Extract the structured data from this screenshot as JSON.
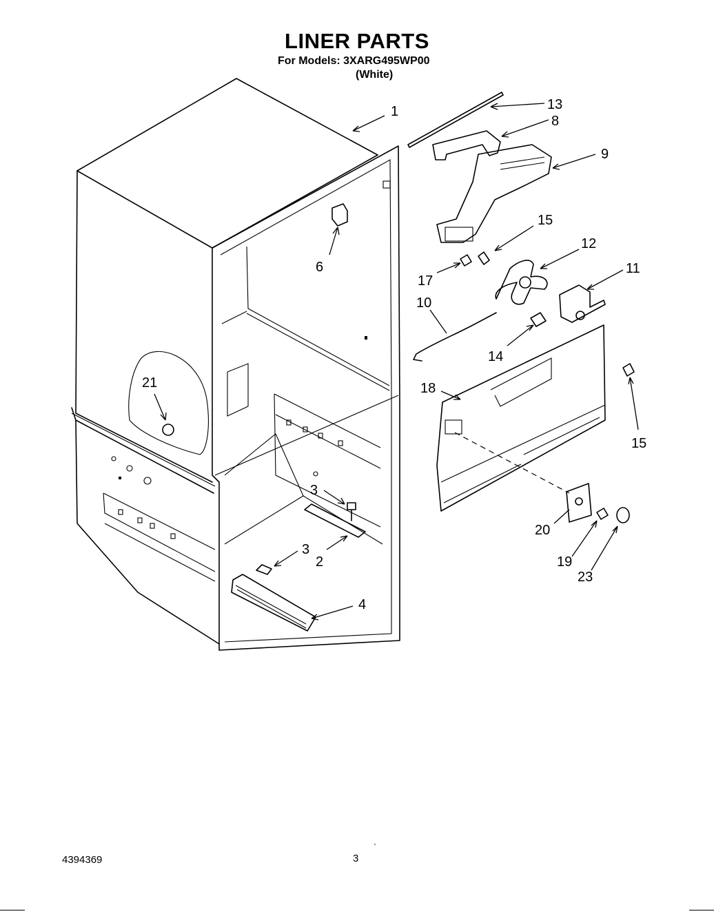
{
  "header": {
    "title": "LINER PARTS",
    "models_line": "For Models: 3XARG495WP00",
    "color_line": "(White)"
  },
  "footer": {
    "document_number": "4394369",
    "page_number": "3"
  },
  "callouts": [
    {
      "id": "c1",
      "label": "1"
    },
    {
      "id": "c13",
      "label": "13"
    },
    {
      "id": "c8",
      "label": "8"
    },
    {
      "id": "c9",
      "label": "9"
    },
    {
      "id": "c15a",
      "label": "15"
    },
    {
      "id": "c12",
      "label": "12"
    },
    {
      "id": "c11",
      "label": "11"
    },
    {
      "id": "c6",
      "label": "6"
    },
    {
      "id": "c17",
      "label": "17"
    },
    {
      "id": "c10",
      "label": "10"
    },
    {
      "id": "c14",
      "label": "14"
    },
    {
      "id": "c15b",
      "label": "15"
    },
    {
      "id": "c18",
      "label": "18"
    },
    {
      "id": "c21",
      "label": "21"
    },
    {
      "id": "c3a",
      "label": "3"
    },
    {
      "id": "c3b",
      "label": "3"
    },
    {
      "id": "c2",
      "label": "2"
    },
    {
      "id": "c4",
      "label": "4"
    },
    {
      "id": "c20",
      "label": "20"
    },
    {
      "id": "c19",
      "label": "19"
    },
    {
      "id": "c23",
      "label": "23"
    }
  ]
}
